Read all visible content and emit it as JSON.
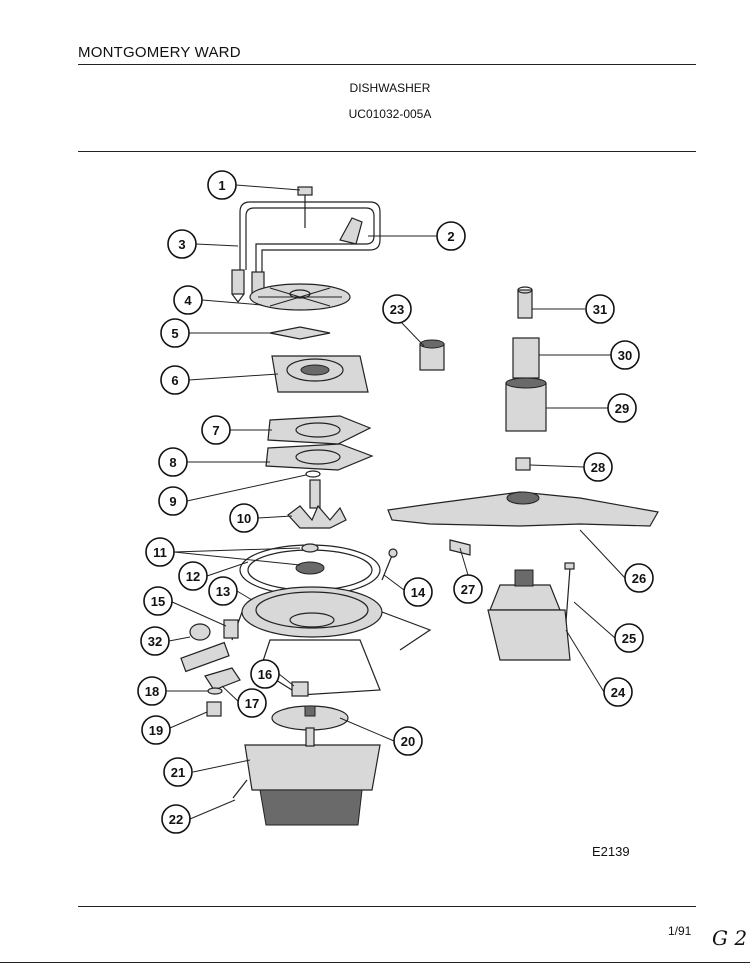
{
  "header": {
    "brand": "MONTGOMERY WARD",
    "product": "DISHWASHER",
    "model": "UC01032-005A"
  },
  "diagram": {
    "code": "E2139",
    "callouts": [
      "1",
      "2",
      "3",
      "4",
      "5",
      "6",
      "7",
      "8",
      "9",
      "10",
      "11",
      "12",
      "13",
      "14",
      "15",
      "16",
      "17",
      "18",
      "19",
      "20",
      "21",
      "22",
      "23",
      "24",
      "25",
      "26",
      "27",
      "28",
      "29",
      "30",
      "31",
      "32"
    ]
  },
  "footer": {
    "date": "1/91",
    "handwritten_note": "G 2"
  }
}
